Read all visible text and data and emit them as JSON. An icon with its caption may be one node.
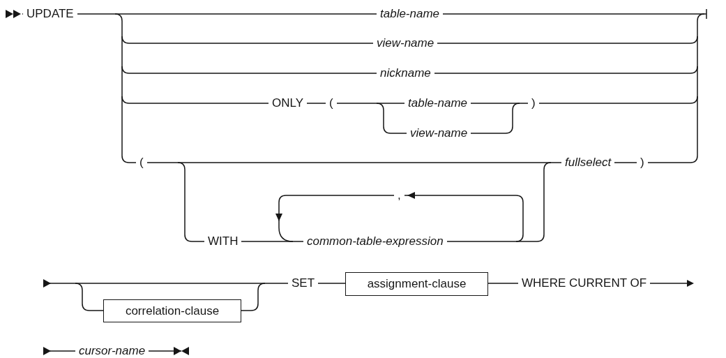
{
  "diagram": {
    "nodes": [
      {
        "text": [
          "assignment-clause"
        ]
      },
      {
        "text": [
          "correlation-clause"
        ]
      }
    ],
    "labels": [
      "UPDATE",
      "table-name",
      "view-name",
      "nickname",
      "ONLY",
      "(",
      "table-name",
      ")",
      "view-name",
      "(",
      "fullselect",
      ")",
      ",",
      "WITH",
      "common-table-expression",
      "SET",
      "WHERE CURRENT OF",
      "cursor-name"
    ]
  }
}
